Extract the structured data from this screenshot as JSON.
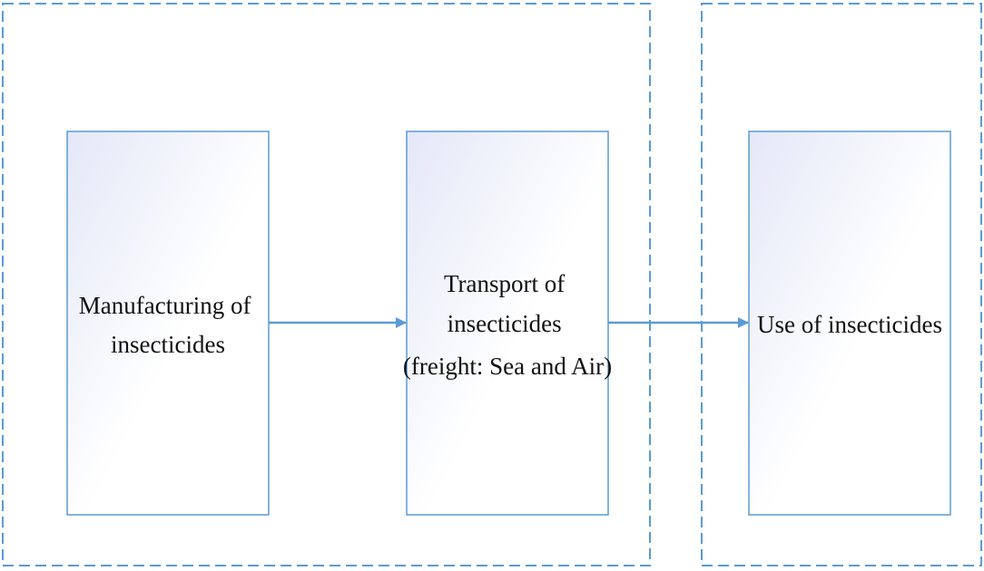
{
  "diagram": {
    "colors": {
      "border": "#5b9bd5",
      "arrow": "#5b9bd5",
      "fill_light": "#e4e8f7",
      "fill_white": "#ffffff",
      "text": "#111111"
    },
    "groups": [
      {
        "id": "production-transport-group",
        "style": "dashed"
      },
      {
        "id": "use-group",
        "style": "dashed"
      }
    ],
    "nodes": [
      {
        "id": "manufacturing",
        "lines": [
          "Manufacturing of",
          "insecticides"
        ]
      },
      {
        "id": "transport",
        "lines": [
          "Transport of",
          "insecticides",
          "(freight: Sea and Air)"
        ]
      },
      {
        "id": "use",
        "lines": [
          "Use of insecticides"
        ]
      }
    ],
    "edges": [
      {
        "from": "manufacturing",
        "to": "transport"
      },
      {
        "from": "transport",
        "to": "use"
      }
    ]
  }
}
